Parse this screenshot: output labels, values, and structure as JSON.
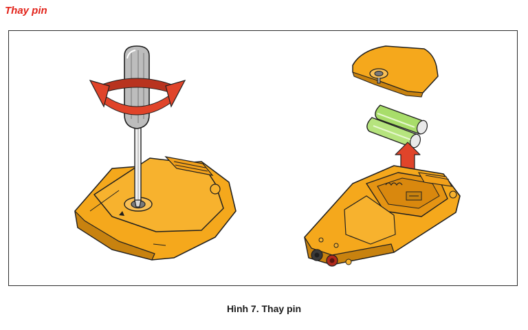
{
  "heading": {
    "text": "Thay pin",
    "color": "#e2231a"
  },
  "figure": {
    "caption": "Hình 7. Thay pin",
    "panels": [
      {
        "illustration": "screwdriver loosening screw on battery door",
        "icons": [
          "screwdriver-icon",
          "rotate-arrow-icon"
        ]
      },
      {
        "illustration": "battery door removed and two batteries lifted out",
        "icons": [
          "battery-door-icon",
          "battery-pair-icon",
          "lift-arrow-icon"
        ]
      }
    ],
    "colors": {
      "housing": "#f5a81c",
      "housing_dark": "#c8820f",
      "arrow": "#e0442a",
      "battery": "#a8dd6a",
      "outline": "#1f1f1f",
      "handle": "#bdbdbd"
    }
  }
}
